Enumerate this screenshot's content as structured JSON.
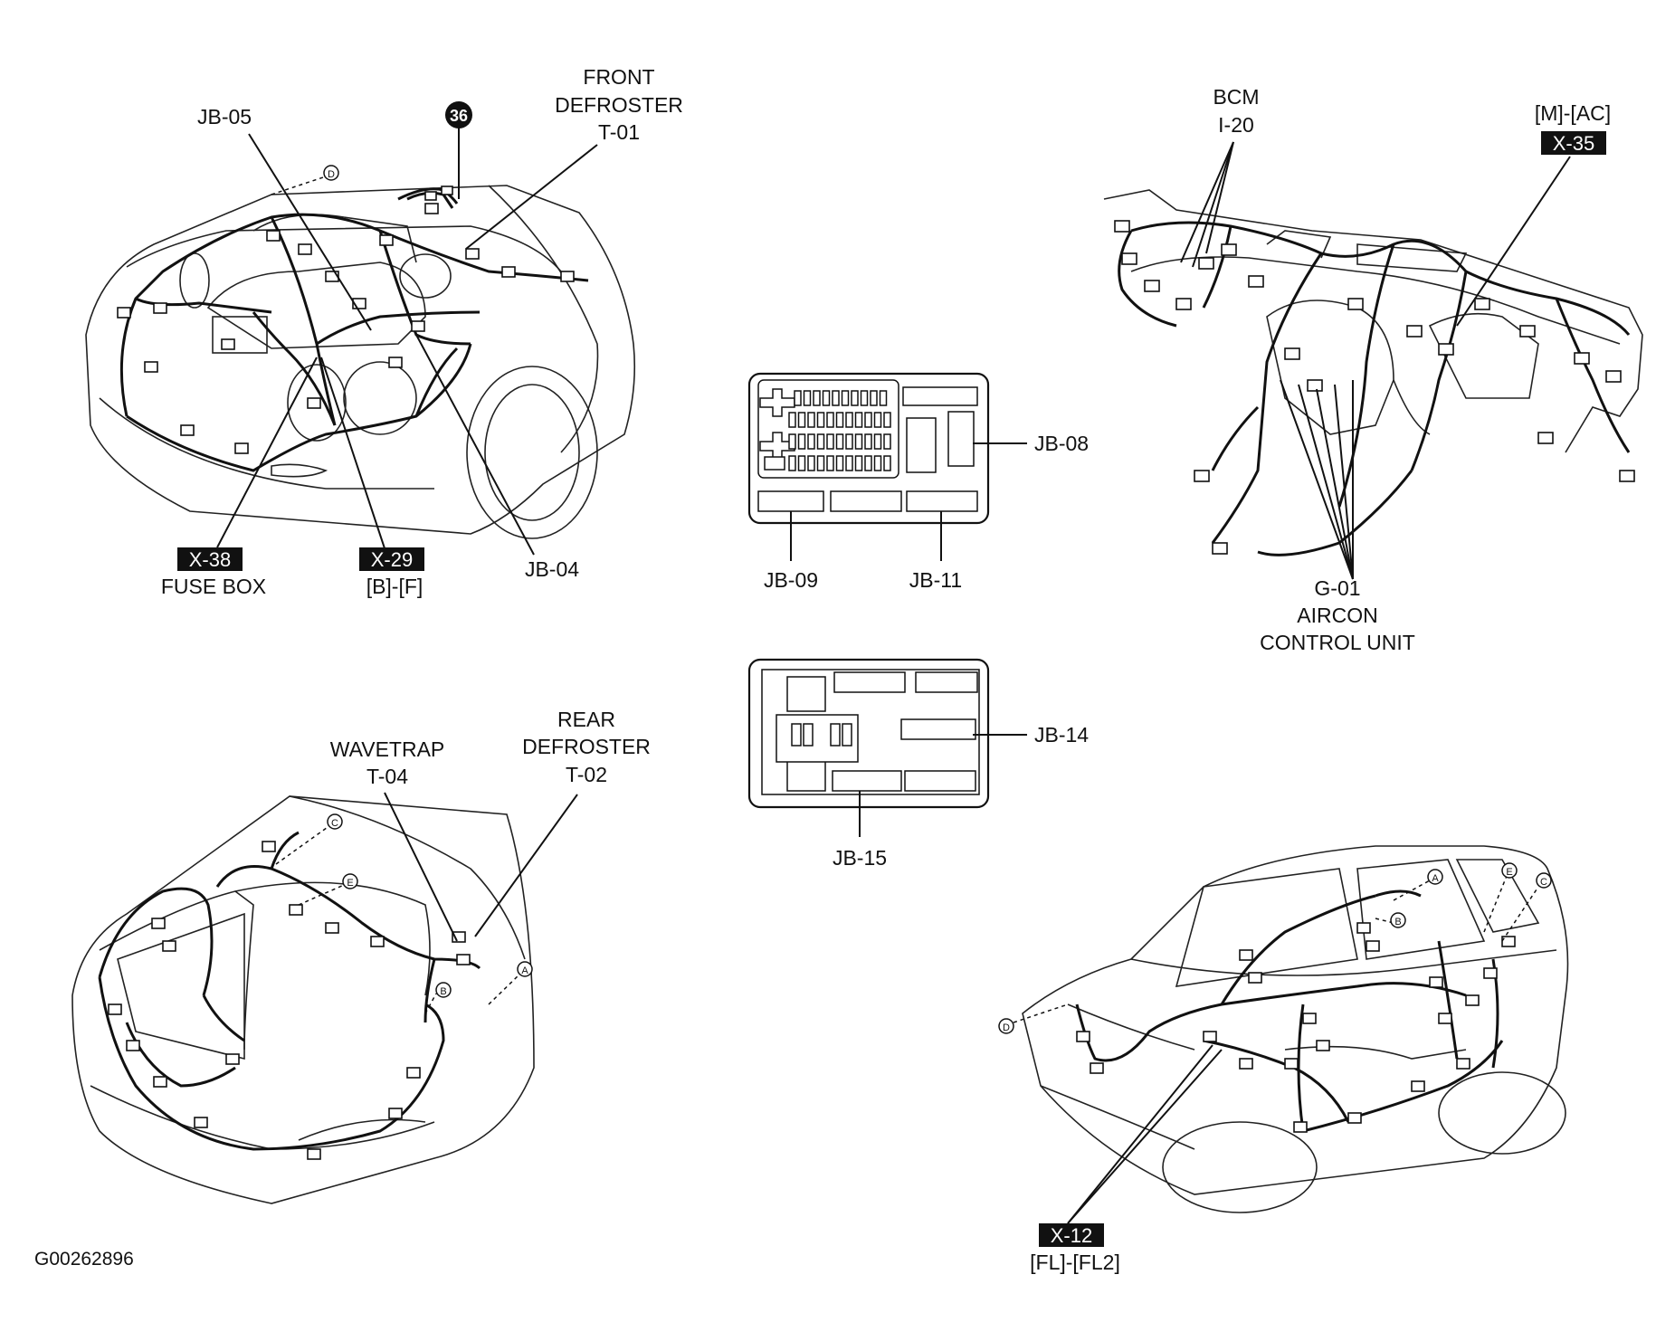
{
  "figure_code": "G00262896",
  "front_view": {
    "jb05": "JB-05",
    "badge36": "36",
    "circle_d": "D",
    "front_defroster": [
      "FRONT",
      "DEFROSTER",
      "T-01"
    ],
    "x38_tag": "X-38",
    "fuse_box": "FUSE BOX",
    "x29_tag": "X-29",
    "b_f": "[B]-[F]",
    "jb04": "JB-04"
  },
  "junction_boxes": {
    "jb08": "JB-08",
    "jb09": "JB-09",
    "jb11": "JB-11",
    "jb14": "JB-14",
    "jb15": "JB-15"
  },
  "dash_view": {
    "bcm": [
      "BCM",
      "I-20"
    ],
    "m_ac": "[M]-[AC]",
    "x35_tag": "X-35",
    "aircon": [
      "G-01",
      "AIRCON",
      "CONTROL UNIT"
    ]
  },
  "rear_view": {
    "wavetrap": [
      "WAVETRAP",
      "T-04"
    ],
    "rear_defroster": [
      "REAR",
      "DEFROSTER",
      "T-02"
    ],
    "circle_c": "C",
    "circle_e": "E",
    "circle_b": "B",
    "circle_a": "A"
  },
  "side_view": {
    "circle_a": "A",
    "circle_e": "E",
    "circle_c": "C",
    "circle_b": "B",
    "circle_d": "D",
    "x12_tag": "X-12",
    "fl_fl2": "[FL]-[FL2]"
  }
}
